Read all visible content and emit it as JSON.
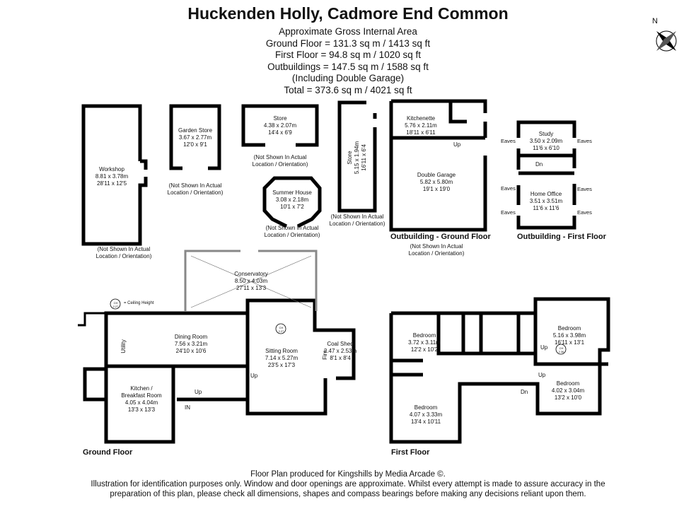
{
  "title": "Huckenden Holly, Cadmore End Common",
  "areas": {
    "heading": "Approximate Gross Internal Area",
    "ground": "Ground Floor = 131.3 sq m / 1413 sq ft",
    "first": "First Floor = 94.8 sq m / 1020 sq ft",
    "outbuildings": "Outbuildings = 147.5 sq m / 1588 sq ft",
    "including": "(Including Double Garage)",
    "total": "Total = 373.6 sq m / 4021 sq ft"
  },
  "compass": {
    "label": "N"
  },
  "not_shown": "(Not Shown In Actual Location / Orientation)",
  "not_shown_l1": "(Not Shown In Actual",
  "not_shown_l2": "Location / Orientation)",
  "outbuildings": {
    "workshop": {
      "name": "Workshop",
      "metric": "8.81 x 3.78m",
      "imperial": "28'11 x 12'5"
    },
    "garden_store": {
      "name": "Garden Store",
      "metric": "3.67 x 2.77m",
      "imperial": "12'0 x 9'1"
    },
    "store1": {
      "name": "Store",
      "metric": "4.38 x 2.07m",
      "imperial": "14'4 x 6'9"
    },
    "summer_house": {
      "name": "Summer House",
      "metric": "3.08 x 2.18m",
      "imperial": "10'1 x 7'2"
    },
    "store2": {
      "name": "Store",
      "metric": "5.15 x 1.94m",
      "imperial": "16'11 x 6'4"
    },
    "kitchenette": {
      "name": "Kitchenette",
      "metric": "5.76 x 2.11m",
      "imperial": "18'11 x 6'11"
    },
    "double_garage": {
      "name": "Double Garage",
      "metric": "5.82 x 5.80m",
      "imperial": "19'1 x 19'0"
    },
    "study": {
      "name": "Study",
      "metric": "3.50 x 2.09m",
      "imperial": "11'6 x 6'10"
    },
    "home_office": {
      "name": "Home Office",
      "metric": "3.51 x 3.51m",
      "imperial": "11'6 x 11'6"
    },
    "eaves": "Eaves",
    "up": "Up",
    "dn": "Dn",
    "ground_label": "Outbuilding - Ground Floor",
    "first_label": "Outbuilding - First Floor"
  },
  "ground_floor": {
    "label": "Ground Floor",
    "ceiling_key": "= Ceiling Height",
    "ch_badge": "CH 2.27",
    "conservatory": {
      "name": "Conservatory",
      "metric": "8.50 x 4.03m",
      "imperial": "27'11 x 13'3"
    },
    "dining": {
      "name": "Dining Room",
      "metric": "7.56 x 3.21m",
      "imperial": "24'10 x 10'6"
    },
    "sitting": {
      "name": "Sitting Room",
      "metric": "7.14 x 5.27m",
      "imperial": "23'5 x 17'3"
    },
    "coal_shed": {
      "name": "Coal Shed",
      "metric": "2.47 x 2.53m",
      "imperial": "8'1 x 8'4"
    },
    "kitchen": {
      "name1": "Kitchen /",
      "name2": "Breakfast Room",
      "metric": "4.05 x 4.04m",
      "imperial": "13'3 x 13'3"
    },
    "utility": "Utility",
    "fire": "Fire",
    "up": "Up",
    "in": "IN"
  },
  "first_floor": {
    "label": "First Floor",
    "ch_badge": "CH 2.36",
    "bed1": {
      "name": "Bedroom",
      "metric": "3.72 x 3.11m",
      "imperial": "12'2 x 10'2"
    },
    "bed2": {
      "name": "Bedroom",
      "metric": "5.16 x 3.98m",
      "imperial": "16'11 x 13'1"
    },
    "bed3": {
      "name": "Bedroom",
      "metric": "4.07 x 3.33m",
      "imperial": "13'4 x 10'11"
    },
    "bed4": {
      "name": "Bedroom",
      "metric": "4.02 x 3.04m",
      "imperial": "13'2 x 10'0"
    },
    "up": "Up",
    "dn": "Dn"
  },
  "footer": {
    "line1": "Floor Plan produced for Kingshills by Media Arcade ©.",
    "line2": "Illustration for identification purposes only. Window and door openings are approximate. Whilst every attempt is made to assure accuracy in the",
    "line3": "preparation of this plan, please check all dimensions, shapes and compass bearings before making any decisions reliant upon them."
  }
}
